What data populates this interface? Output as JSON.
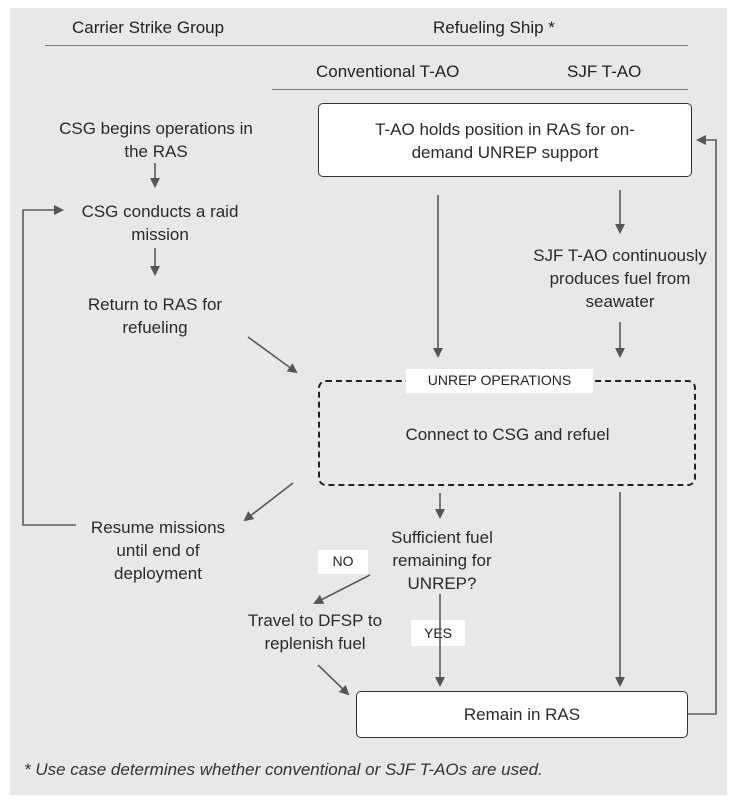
{
  "headers": {
    "csg": "Carrier Strike Group",
    "refueling_ship": "Refueling Ship *",
    "conventional": "Conventional T-AO",
    "sjf": "SJF T-AO"
  },
  "left_column": {
    "begins": "CSG begins operations in the RAS",
    "raid": "CSG conducts a raid mission",
    "return": "Return to RAS for refueling",
    "resume": "Resume missions until end of deployment",
    "travel": "Travel to DFSP to replenish fuel"
  },
  "right_column": {
    "hold": "T-AO holds position in RAS for on-demand UNREP support",
    "produce": "SJF T-AO continuously produces fuel from seawater",
    "unrep_label": "UNREP OPERATIONS",
    "connect": "Connect to CSG and refuel",
    "sufficient": "Sufficient fuel remaining for UNREP?",
    "no": "NO",
    "yes": "YES",
    "remain": "Remain in RAS"
  },
  "footnote": "* Use case determines whether conventional or SJF T-AOs are used."
}
